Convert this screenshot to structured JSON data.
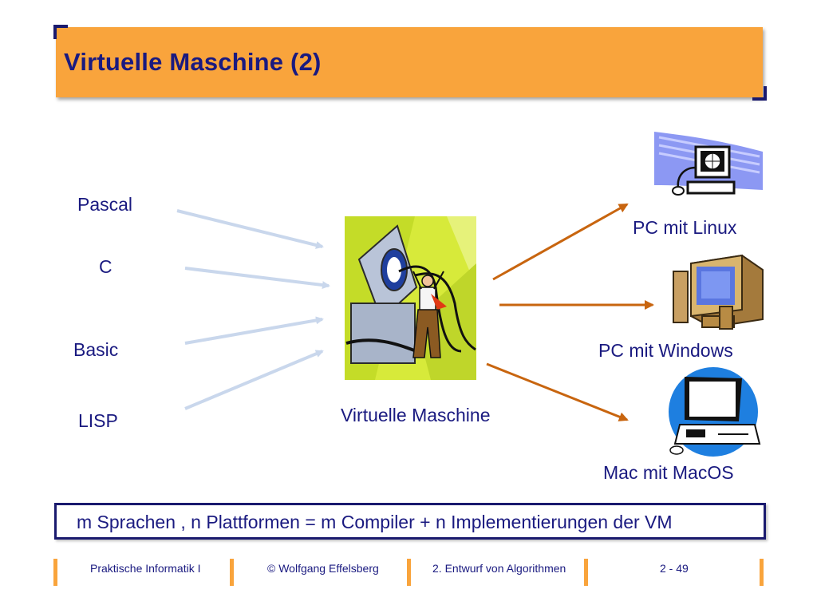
{
  "slide": {
    "title": "Virtuelle Maschine (2)",
    "languages": [
      "Pascal",
      "C",
      "Basic",
      "LISP"
    ],
    "vm_label": "Virtuelle Maschine",
    "platforms": [
      "PC mit Linux",
      "PC mit Windows",
      "Mac mit MacOS"
    ],
    "formula": "m Sprachen ,  n Plattformen = m Compiler + n Implementierungen der VM"
  },
  "footer": {
    "course": "Praktische Informatik I",
    "author": "© Wolfgang Effelsberg",
    "chapter": "2. Entwurf von Algorithmen",
    "page": "2 - 49"
  },
  "colors": {
    "title_bg": "#f9a43c",
    "text": "#1a1a80",
    "input_arrow": "#c9d7ec",
    "output_arrow": "#c8650f",
    "footer_bar": "#f9a43c"
  },
  "icons": [
    "globe-computer-icon",
    "desktop-computer-icon",
    "mac-computer-icon",
    "virtual-machine-illustration"
  ]
}
